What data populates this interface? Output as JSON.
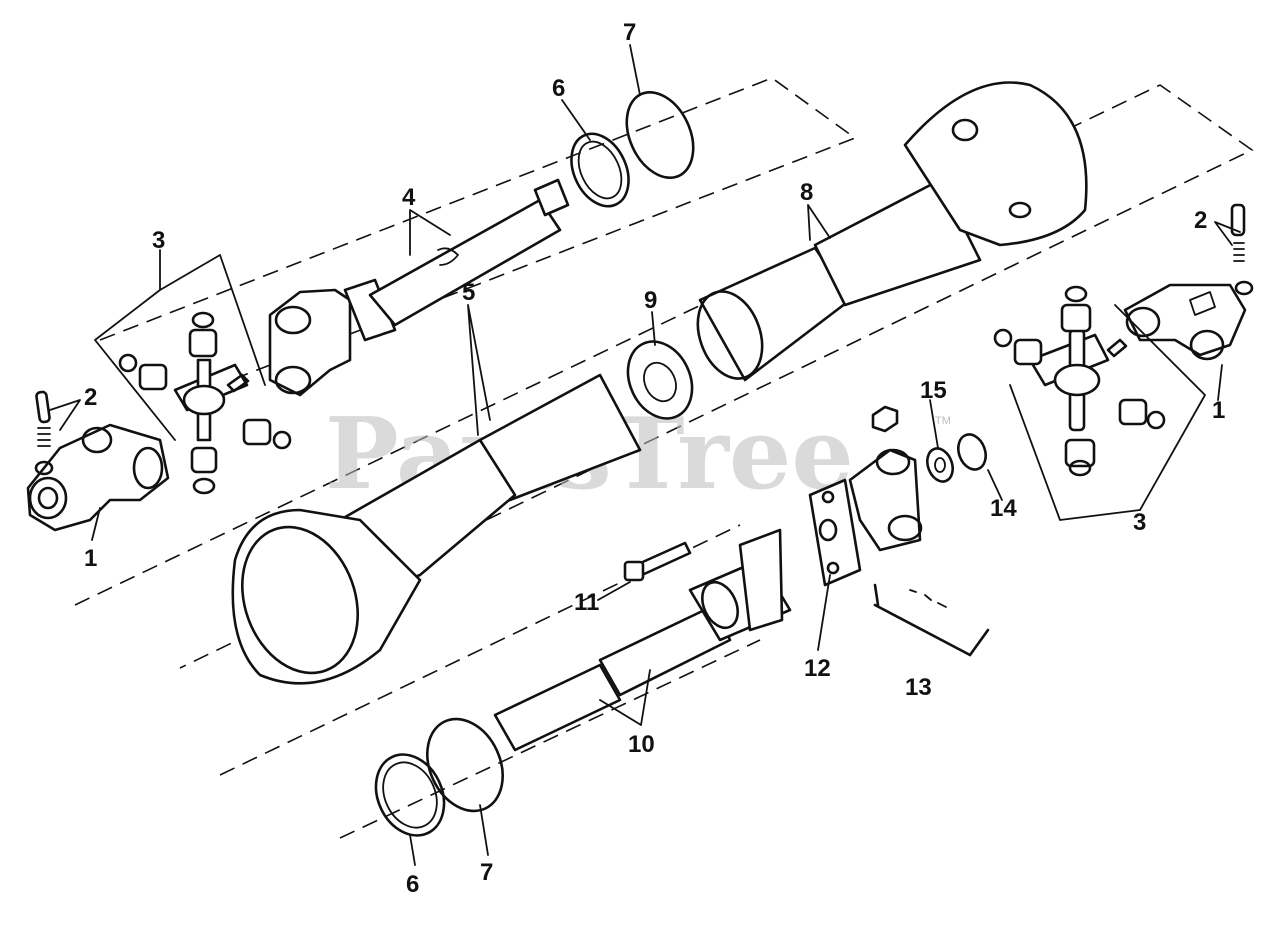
{
  "watermark": {
    "text": "PartsTree",
    "trademark": "TM"
  },
  "callouts": {
    "c1_left": "1",
    "c1_right": "1",
    "c2_left": "2",
    "c2_right": "2",
    "c3_left": "3",
    "c3_right": "3",
    "c4": "4",
    "c5": "5",
    "c6_top": "6",
    "c6_bottom": "6",
    "c7_top": "7",
    "c7_bottom": "7",
    "c8": "8",
    "c9": "9",
    "c10": "10",
    "c11": "11",
    "c12": "12",
    "c13": "13",
    "c14": "14",
    "c15": "15"
  }
}
